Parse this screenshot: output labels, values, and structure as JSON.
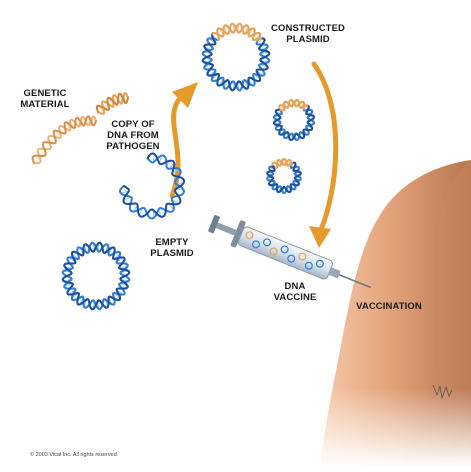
{
  "labels": {
    "genetic_material": [
      "GENETIC",
      "MATERIAL"
    ],
    "copy_of_dna": [
      "COPY OF",
      "DNA FROM",
      "PATHOGEN"
    ],
    "constructed_plasmid": [
      "CONSTRUCTED",
      "PLASMID"
    ],
    "empty_plasmid": [
      "EMPTY",
      "PLASMID"
    ],
    "dna_vaccine": [
      "DNA",
      "VACCINE"
    ],
    "vaccination": "VACCINATION"
  },
  "copyright": "© 2003 Vical Inc. All rights reserved",
  "colors": {
    "plasmid_blue": "#2f7fd6",
    "plasmid_blue_dark": "#1d4f9a",
    "pathogen_orange": "#e6a25a",
    "arrow_orange": "#e59a2c",
    "skin": "#e3a47c"
  }
}
